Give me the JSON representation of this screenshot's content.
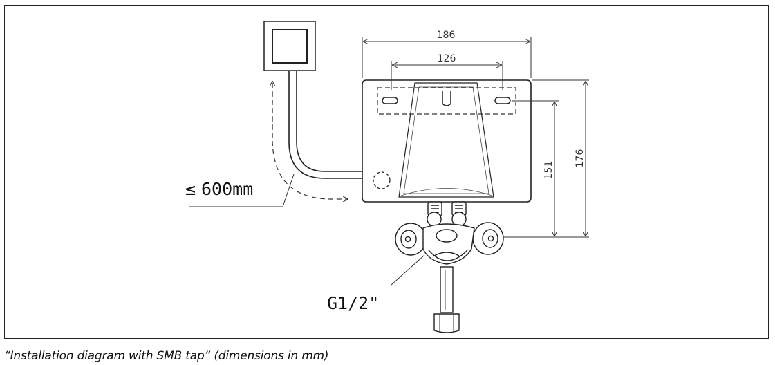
{
  "labels": {
    "width_outer": "186",
    "width_inner": "126",
    "height_total": "176",
    "height_inner": "151",
    "max_distance": "600mm",
    "max_distance_symbol": "≤",
    "thread": "G1/2\""
  },
  "caption": "“Installation diagram with SMB tap“ (dimensions in mm)"
}
